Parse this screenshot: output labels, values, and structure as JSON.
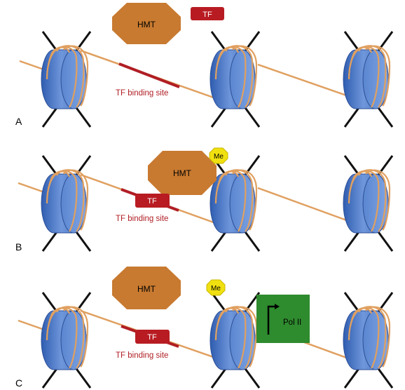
{
  "colors": {
    "dna": "#e0a060",
    "binding_site": "#b01e24",
    "tf_fill": "#b81c22",
    "hmt_fill": "#c87a30",
    "me_fill": "#f0e010",
    "pol_fill": "#2e8b2e",
    "nucleosome": "#4a78c8",
    "tail": "#111111"
  },
  "panels": [
    {
      "letter": "A",
      "hmt_label": "HMT",
      "tf_label": "TF",
      "site_label": "TF binding site"
    },
    {
      "letter": "B",
      "hmt_label": "HMT",
      "tf_label": "TF",
      "me_label": "Me",
      "site_label": "TF binding site"
    },
    {
      "letter": "C",
      "hmt_label": "HMT",
      "tf_label": "TF",
      "me_label": "Me",
      "pol_label": "Pol II",
      "site_label": "TF binding site"
    }
  ]
}
